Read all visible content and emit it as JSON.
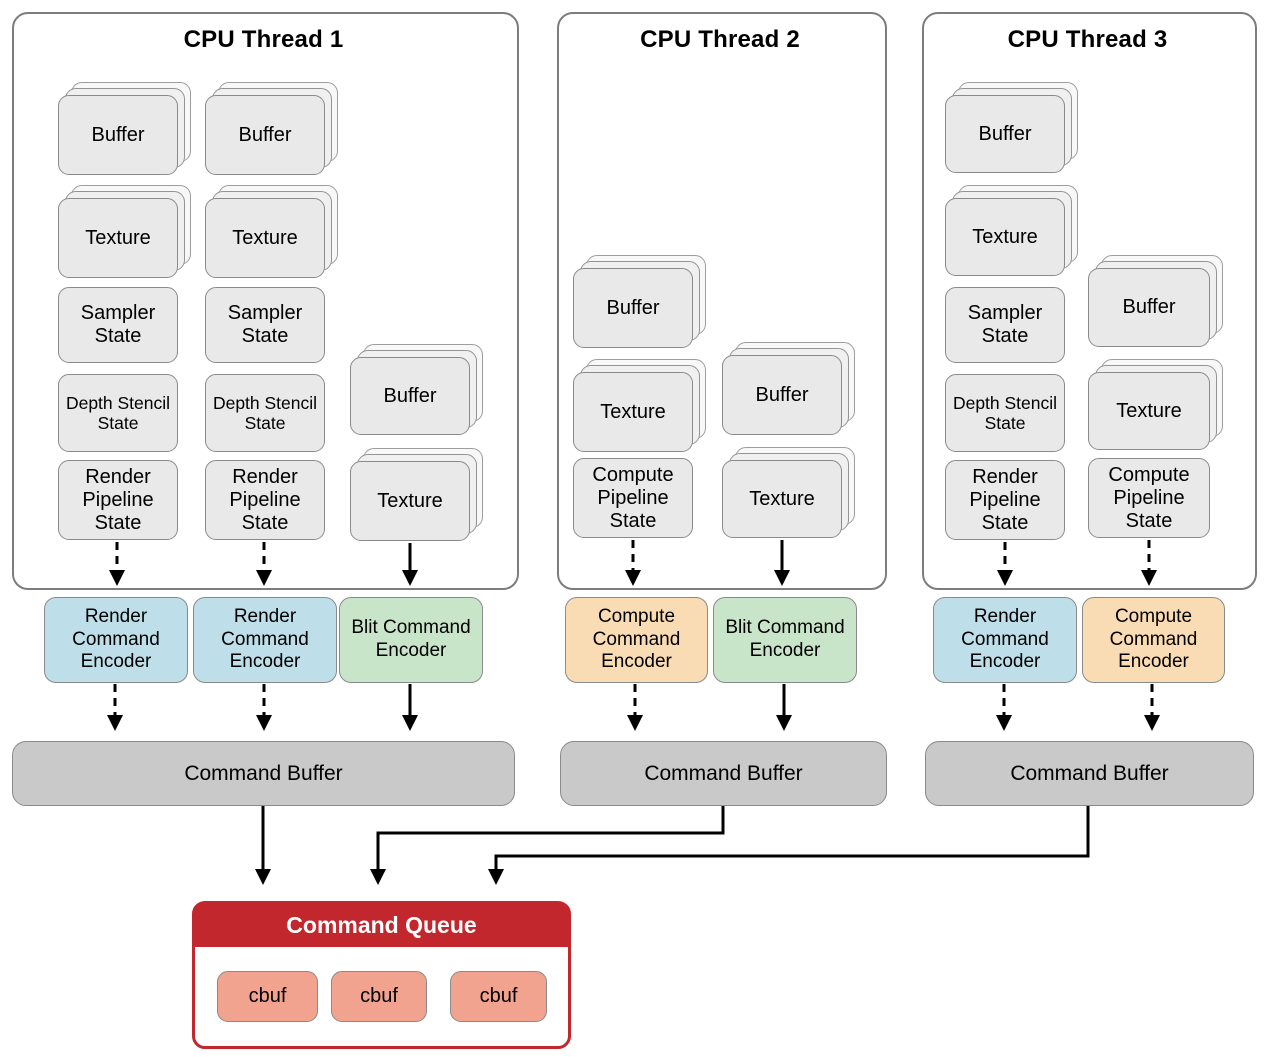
{
  "colors": {
    "object_box": "#e9e9e9",
    "render_encoder": "#bedfe9",
    "blit_encoder": "#c9e5c9",
    "compute_encoder": "#fadcb4",
    "command_buffer": "#c9c9c9",
    "command_queue": "#c1272d",
    "cbuf": "#f2a38f"
  },
  "threads": [
    {
      "title": "CPU Thread 1",
      "columns": [
        {
          "boxes": [
            {
              "label": "Buffer",
              "stacked": true
            },
            {
              "label": "Texture",
              "stacked": true
            },
            {
              "label": "Sampler State",
              "stacked": false
            },
            {
              "label": "Depth Stencil State",
              "stacked": false
            },
            {
              "label": "Render Pipeline State",
              "stacked": false
            }
          ]
        },
        {
          "boxes": [
            {
              "label": "Buffer",
              "stacked": true
            },
            {
              "label": "Texture",
              "stacked": true
            },
            {
              "label": "Sampler State",
              "stacked": false
            },
            {
              "label": "Depth Stencil State",
              "stacked": false
            },
            {
              "label": "Render Pipeline State",
              "stacked": false
            }
          ]
        },
        {
          "boxes": [
            {
              "label": "Buffer",
              "stacked": true
            },
            {
              "label": "Texture",
              "stacked": true
            }
          ]
        }
      ],
      "encoders": [
        {
          "label": "Render Command Encoder",
          "type": "render"
        },
        {
          "label": "Render Command Encoder",
          "type": "render"
        },
        {
          "label": "Blit Command Encoder",
          "type": "blit"
        }
      ],
      "command_buffer": "Command Buffer"
    },
    {
      "title": "CPU Thread 2",
      "columns": [
        {
          "boxes": [
            {
              "label": "Buffer",
              "stacked": true
            },
            {
              "label": "Texture",
              "stacked": true
            },
            {
              "label": "Compute Pipeline State",
              "stacked": false
            }
          ]
        },
        {
          "boxes": [
            {
              "label": "Buffer",
              "stacked": true
            },
            {
              "label": "Texture",
              "stacked": true
            }
          ]
        }
      ],
      "encoders": [
        {
          "label": "Compute Command Encoder",
          "type": "compute"
        },
        {
          "label": "Blit Command Encoder",
          "type": "blit"
        }
      ],
      "command_buffer": "Command Buffer"
    },
    {
      "title": "CPU Thread 3",
      "columns": [
        {
          "boxes": [
            {
              "label": "Buffer",
              "stacked": true
            },
            {
              "label": "Texture",
              "stacked": true
            },
            {
              "label": "Sampler State",
              "stacked": false
            },
            {
              "label": "Depth Stencil State",
              "stacked": false
            },
            {
              "label": "Render Pipeline State",
              "stacked": false
            }
          ]
        },
        {
          "boxes": [
            {
              "label": "Buffer",
              "stacked": true
            },
            {
              "label": "Texture",
              "stacked": true
            },
            {
              "label": "Compute Pipeline State",
              "stacked": false
            }
          ]
        }
      ],
      "encoders": [
        {
          "label": "Render Command Encoder",
          "type": "render"
        },
        {
          "label": "Compute Command Encoder",
          "type": "compute"
        }
      ],
      "command_buffer": "Command Buffer"
    }
  ],
  "command_queue": {
    "title": "Command Queue",
    "items": [
      {
        "label": "cbuf"
      },
      {
        "label": "cbuf"
      },
      {
        "label": "cbuf"
      }
    ]
  }
}
